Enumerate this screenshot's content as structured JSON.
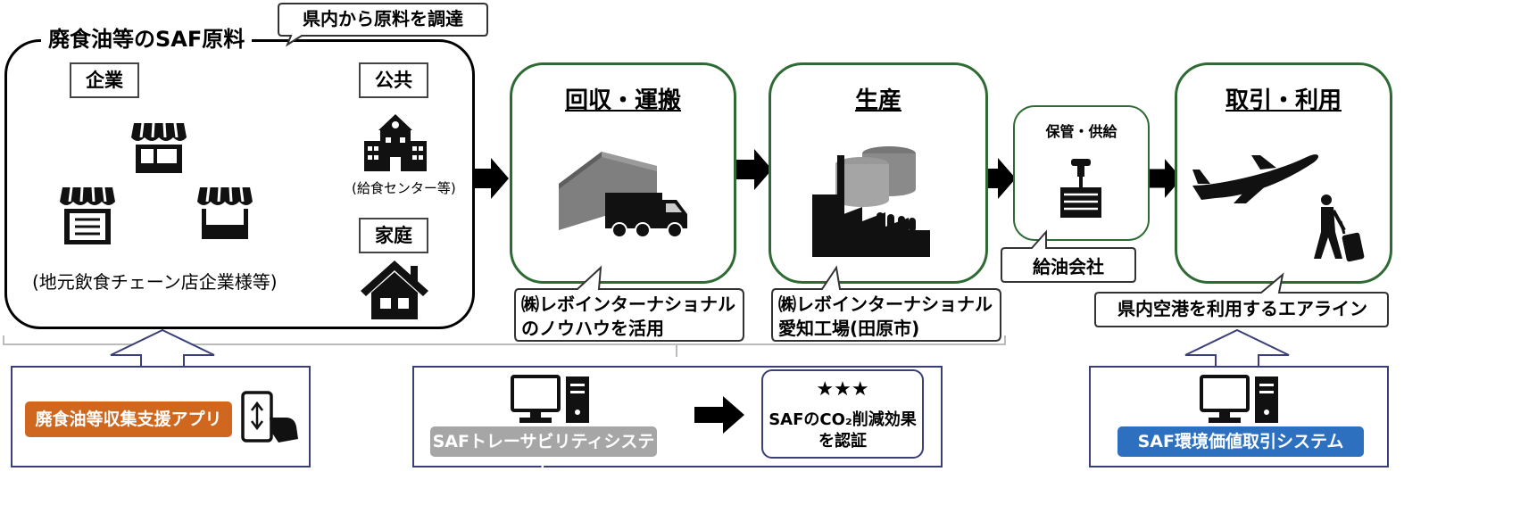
{
  "sources": {
    "title": "廃食油等のSAF原料",
    "procurement_callout": "県内から原料を調達",
    "company_label": "企業",
    "company_caption": "(地元飲食チェーン店企業様等)",
    "public_label": "公共",
    "public_caption": "(給食センター等)",
    "household_label": "家庭"
  },
  "flow": [
    {
      "title": "回収・運搬",
      "callout_line1": "㈱レボインターナショナル",
      "callout_line2": "のノウハウを活用"
    },
    {
      "title": "生産",
      "callout_line1": "㈱レボインターナショナル",
      "callout_line2": "愛知工場(田原市)"
    },
    {
      "title": "保管・供給",
      "callout_line1": "給油会社"
    },
    {
      "title": "取引・利用",
      "callout_line1": "県内空港を利用するエアライン"
    }
  ],
  "systems": {
    "app_label": "廃食油等収集支援アプリ",
    "traceability_label": "SAFトレーサビリティシステム",
    "stars": "★★★",
    "certify_line1": "SAFのCO₂削減効果",
    "certify_line2": "を認証",
    "trading_label": "SAF環境価値取引システム"
  },
  "colors": {
    "green_border": "#2e6b34",
    "orange": "#d0671f",
    "gray": "#a6a6a6",
    "blue": "#2e70c0",
    "navy_border": "#3a3f78"
  },
  "icons": [
    "store-icon",
    "school-icon",
    "house-icon",
    "warehouse-truck-icon",
    "factory-icon",
    "fuel-hydrant-icon",
    "airplane-icon",
    "traveler-icon",
    "smartphone-icon",
    "computer-icon",
    "arrow-right-icon"
  ]
}
